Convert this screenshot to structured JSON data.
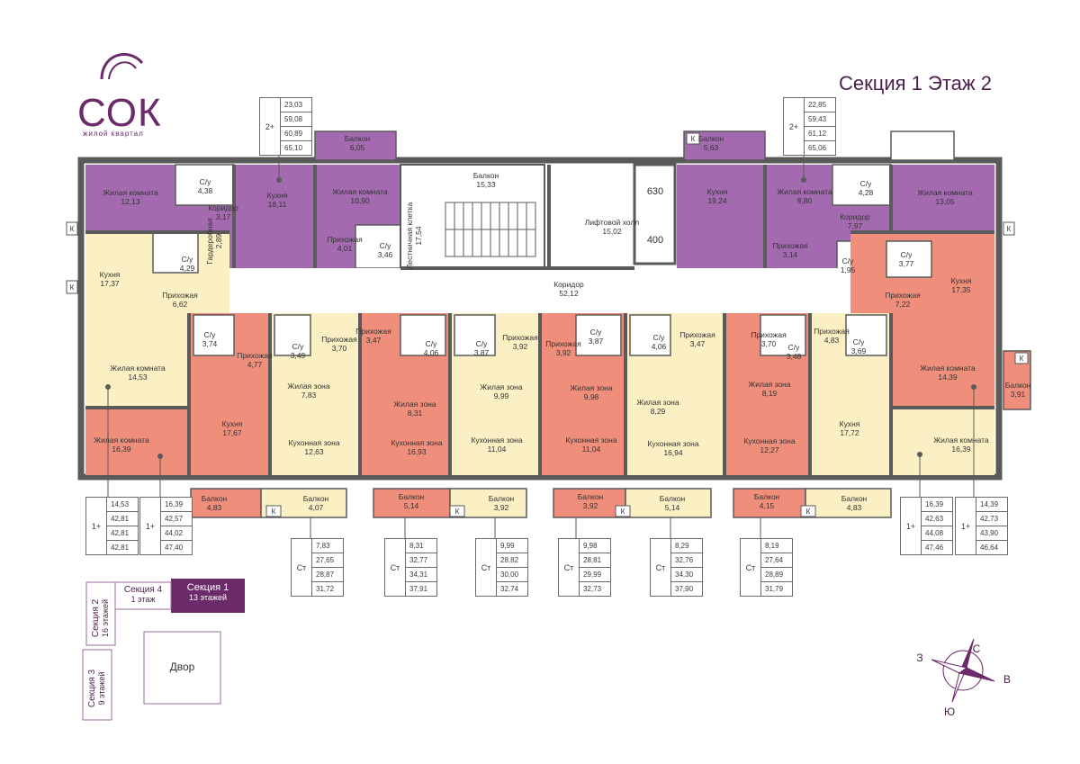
{
  "logo": {
    "name": "СОК",
    "subtitle": "жилой квартал"
  },
  "title": "Секция 1 Этаж 2",
  "colors": {
    "purple": "#a36ab0",
    "salmon": "#ef8e7b",
    "cream": "#faf0c4",
    "wall": "#5a5a5a",
    "brand": "#6b2a6a"
  },
  "rooms": [
    {
      "name": "Балкон",
      "area": "6,05"
    },
    {
      "name": "Балкон",
      "area": "15,33"
    },
    {
      "name": "Балкон",
      "area": "5,63"
    },
    {
      "name": "Жилая комната",
      "area": "12,13"
    },
    {
      "name": "С/у",
      "area": "4,38"
    },
    {
      "name": "Коридор",
      "area": "3,17"
    },
    {
      "name": "Кухня",
      "area": "18,11"
    },
    {
      "name": "Жилая комната",
      "area": "10,90"
    },
    {
      "name": "Гардеробная",
      "area": "2,89"
    },
    {
      "name": "Прихожая",
      "area": "4,01"
    },
    {
      "name": "С/у",
      "area": "3,46"
    },
    {
      "name": "Лестничная клетка",
      "area": "17,54"
    },
    {
      "name": "Лифтовой холл",
      "area": "15,02"
    },
    {
      "name": "Кухня",
      "area": "19,24"
    },
    {
      "name": "Жилая комната",
      "area": "9,80"
    },
    {
      "name": "С/у",
      "area": "4,28"
    },
    {
      "name": "Жилая комната",
      "area": "13,05"
    },
    {
      "name": "Коридор",
      "area": "7,97"
    },
    {
      "name": "Прихожая",
      "area": "3,14"
    },
    {
      "name": "С/у",
      "area": "1,95"
    },
    {
      "name": "Кухня",
      "area": "17,37"
    },
    {
      "name": "С/у",
      "area": "4,29"
    },
    {
      "name": "Прихожая",
      "area": "6,62"
    },
    {
      "name": "Коридор",
      "area": "52,12"
    },
    {
      "name": "С/у",
      "area": "3,77"
    },
    {
      "name": "Кухня",
      "area": "17,35"
    },
    {
      "name": "Прихожая",
      "area": "7,22"
    },
    {
      "name": "С/у",
      "area": "3,74"
    },
    {
      "name": "Прихожая",
      "area": "4,77"
    },
    {
      "name": "С/у",
      "area": "3,49"
    },
    {
      "name": "Прихожая",
      "area": "3,70"
    },
    {
      "name": "Прихожая",
      "area": "3,47"
    },
    {
      "name": "С/у",
      "area": "4,06"
    },
    {
      "name": "С/у",
      "area": "3,87"
    },
    {
      "name": "Прихожая",
      "area": "3,92"
    },
    {
      "name": "Прихожая",
      "area": "3,92"
    },
    {
      "name": "С/у",
      "area": "3,87"
    },
    {
      "name": "С/у",
      "area": "4,06"
    },
    {
      "name": "Прихожая",
      "area": "3,47"
    },
    {
      "name": "Прихожая",
      "area": "3,70"
    },
    {
      "name": "С/у",
      "area": "3,48"
    },
    {
      "name": "Прихожая",
      "area": "4,83"
    },
    {
      "name": "С/у",
      "area": "3,69"
    },
    {
      "name": "Жилая комната",
      "area": "14,53"
    },
    {
      "name": "Кухня",
      "area": "17,67"
    },
    {
      "name": "Жилая зона",
      "area": "7,83"
    },
    {
      "name": "Кухонная зона",
      "area": "12,63"
    },
    {
      "name": "Жилая зона",
      "area": "8,31"
    },
    {
      "name": "Кухонная зона",
      "area": "16,93"
    },
    {
      "name": "Жилая зона",
      "area": "9,99"
    },
    {
      "name": "Кухонная зона",
      "area": "11,04"
    },
    {
      "name": "Жилая зона",
      "area": "9,98"
    },
    {
      "name": "Кухонная зона",
      "area": "11,04"
    },
    {
      "name": "Жилая зона",
      "area": "8,29"
    },
    {
      "name": "Кухонная зона",
      "area": "16,94"
    },
    {
      "name": "Жилая зона",
      "area": "8,19"
    },
    {
      "name": "Кухонная зона",
      "area": "12,27"
    },
    {
      "name": "Кухня",
      "area": "17,72"
    },
    {
      "name": "Жилая комната",
      "area": "14,39"
    },
    {
      "name": "Балкон",
      "area": "3,91"
    },
    {
      "name": "Жилая комната",
      "area": "16,39"
    },
    {
      "name": "Жилая комната",
      "area": "16,39"
    },
    {
      "name": "Балкон",
      "area": "4,83"
    },
    {
      "name": "Балкон",
      "area": "4,07"
    },
    {
      "name": "Балкон",
      "area": "5,14"
    },
    {
      "name": "Балкон",
      "area": "3,92"
    },
    {
      "name": "Балкон",
      "area": "3,92"
    },
    {
      "name": "Балкон",
      "area": "5,14"
    },
    {
      "name": "Балкон",
      "area": "4,15"
    },
    {
      "name": "Балкон",
      "area": "4,83"
    }
  ],
  "elevators": [
    "630",
    "400"
  ],
  "k_mark": "К",
  "apartments": [
    {
      "type": "2+",
      "values": [
        "23,03",
        "59,08",
        "60,89",
        "65,10"
      ]
    },
    {
      "type": "2+",
      "values": [
        "22,85",
        "59,43",
        "61,12",
        "65,06"
      ]
    },
    {
      "type": "1+",
      "values": [
        "14,53",
        "42,81",
        "42,81",
        "42,81"
      ]
    },
    {
      "type": "1+",
      "values": [
        "16,39",
        "42,57",
        "44,02",
        "47,40"
      ]
    },
    {
      "type": "Ст",
      "values": [
        "7,83",
        "27,65",
        "28,87",
        "31,72"
      ]
    },
    {
      "type": "Ст",
      "values": [
        "8,31",
        "32,77",
        "34,31",
        "37,91"
      ]
    },
    {
      "type": "Ст",
      "values": [
        "9,99",
        "28,82",
        "30,00",
        "32,74"
      ]
    },
    {
      "type": "Ст",
      "values": [
        "9,98",
        "28,81",
        "29,99",
        "32,73"
      ]
    },
    {
      "type": "Ст",
      "values": [
        "8,29",
        "32,76",
        "34,30",
        "37,90"
      ]
    },
    {
      "type": "Ст",
      "values": [
        "8,19",
        "27,64",
        "28,89",
        "31,79"
      ]
    },
    {
      "type": "1+",
      "values": [
        "16,39",
        "42,63",
        "44,08",
        "47,46"
      ]
    },
    {
      "type": "1+",
      "values": [
        "14,39",
        "42,73",
        "43,90",
        "46,64"
      ]
    }
  ],
  "minimap": {
    "section1": "Секция 1",
    "section1_floors": "13 этажей",
    "section4": "Секция 4",
    "section4_floors": "1 этаж",
    "section2": "Секция 2",
    "section2_floors": "16 этажей",
    "section3": "Секция 3",
    "section3_floors": "9 этажей",
    "yard": "Двор"
  },
  "compass": {
    "n": "С",
    "s": "Ю",
    "e": "В",
    "w": "З"
  }
}
